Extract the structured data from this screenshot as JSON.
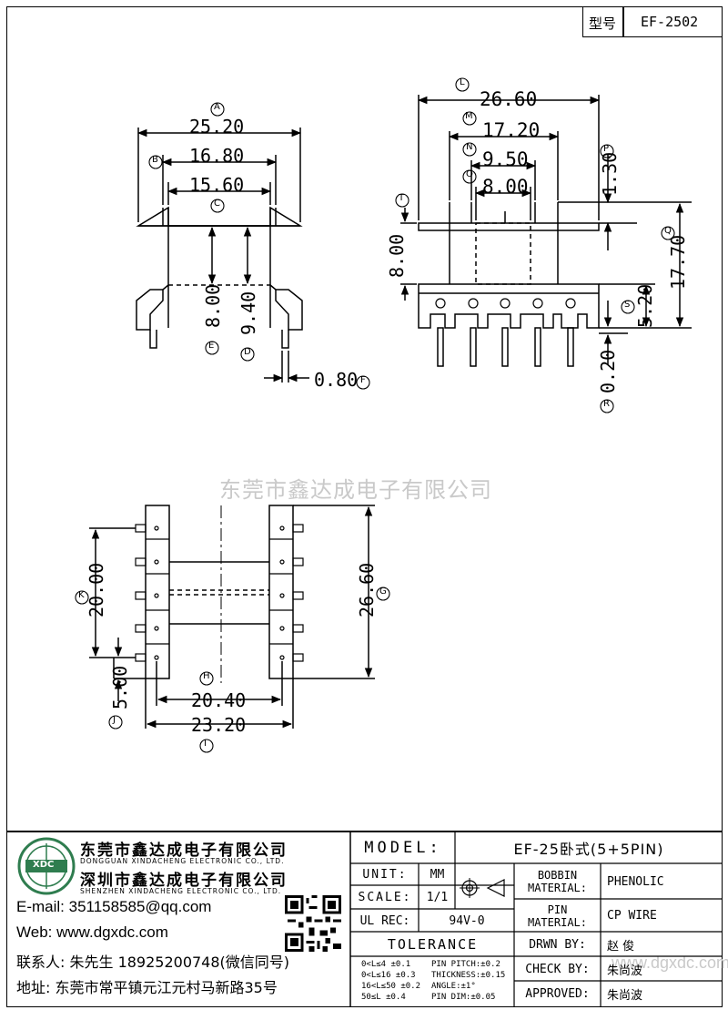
{
  "title_block": {
    "type_label": "型号",
    "type_value": "EF-2502"
  },
  "watermark": {
    "text": "东莞市鑫达成电子有限公司",
    "site": "www.dgxdc.com"
  },
  "drawing": {
    "top_left": {
      "A": "A",
      "dim_A": "25.20",
      "B": "B",
      "dim_B": "16.80",
      "C": "C",
      "dim_C": "15.60",
      "E": "E",
      "dim_E": "8.00",
      "D": "D",
      "dim_D": "9.40",
      "F": "F",
      "dim_F": "0.80"
    },
    "top_right": {
      "L": "L",
      "dim_L": "26.60",
      "M": "M",
      "dim_M": "17.20",
      "N": "N",
      "dim_N": "9.50",
      "O": "O",
      "dim_O": "8.00",
      "P": "P",
      "dim_P": "1.30",
      "T": "T",
      "dim_T": "8.00",
      "Q": "Q",
      "dim_Q": "17.70",
      "S": "S",
      "dim_S": "5.20",
      "R": "R",
      "dim_R": "0.20"
    },
    "bottom": {
      "K": "K",
      "dim_K": "20.00",
      "G": "G",
      "dim_G": "26.60",
      "H": "H",
      "dim_H": "20.40",
      "I": "I",
      "dim_I": "23.20",
      "J": "J",
      "dim_J": "5.00"
    }
  },
  "company": {
    "name_cn": "东莞市鑫达成电子有限公司",
    "name_en": "DONGGUAN XINDACHENG ELECTRONIC CO., LTD.",
    "name2_cn": "深圳市鑫达成电子有限公司",
    "name2_en": "SHENZHEN XINDACHENG ELECTRONIC CO., LTD.",
    "logo_text": "XDC",
    "email": "E-mail: 351158585@qq.com",
    "web": "Web: www.dgxdc.com",
    "contact": "联系人: 朱先生 18925200748(微信同号)",
    "address": "地址: 东莞市常平镇元江元村马新路35号"
  },
  "spec": {
    "model_label": "MODEL:",
    "model_value": "EF-25卧式(5+5PIN)",
    "unit_label": "UNIT:",
    "unit_value": "MM",
    "scale_label": "SCALE:",
    "scale_value": "1/1",
    "ulrec_label": "UL REC:",
    "ulrec_value": "94V-0",
    "tolerance_label": "TOLERANCE",
    "tol": [
      "0<L≤4  ±0.1",
      "0<L≤16  ±0.3",
      "16<L≤50  ±0.2",
      "50≤L  ±0.4"
    ],
    "tol2": [
      "PIN PITCH:±0.2",
      "THICKNESS:±0.15",
      "ANGLE:±1°",
      "PIN DIM:±0.05"
    ],
    "bobbin_label_1": "BOBBIN",
    "bobbin_label_2": "MATERIAL:",
    "bobbin_value": "PHENOLIC",
    "pin_label_1": "PIN",
    "pin_label_2": "MATERIAL:",
    "pin_value": "CP WIRE",
    "drwn_label": "DRWN BY:",
    "drwn_value": "赵 俊",
    "check_label": "CHECK BY:",
    "check_value": "朱尚波",
    "approved_label": "APPROVED:",
    "approved_value": "朱尚波"
  },
  "colors": {
    "line": "#000000",
    "watermark": "#c9c9c9",
    "logo_green": "#2f7d4f"
  }
}
